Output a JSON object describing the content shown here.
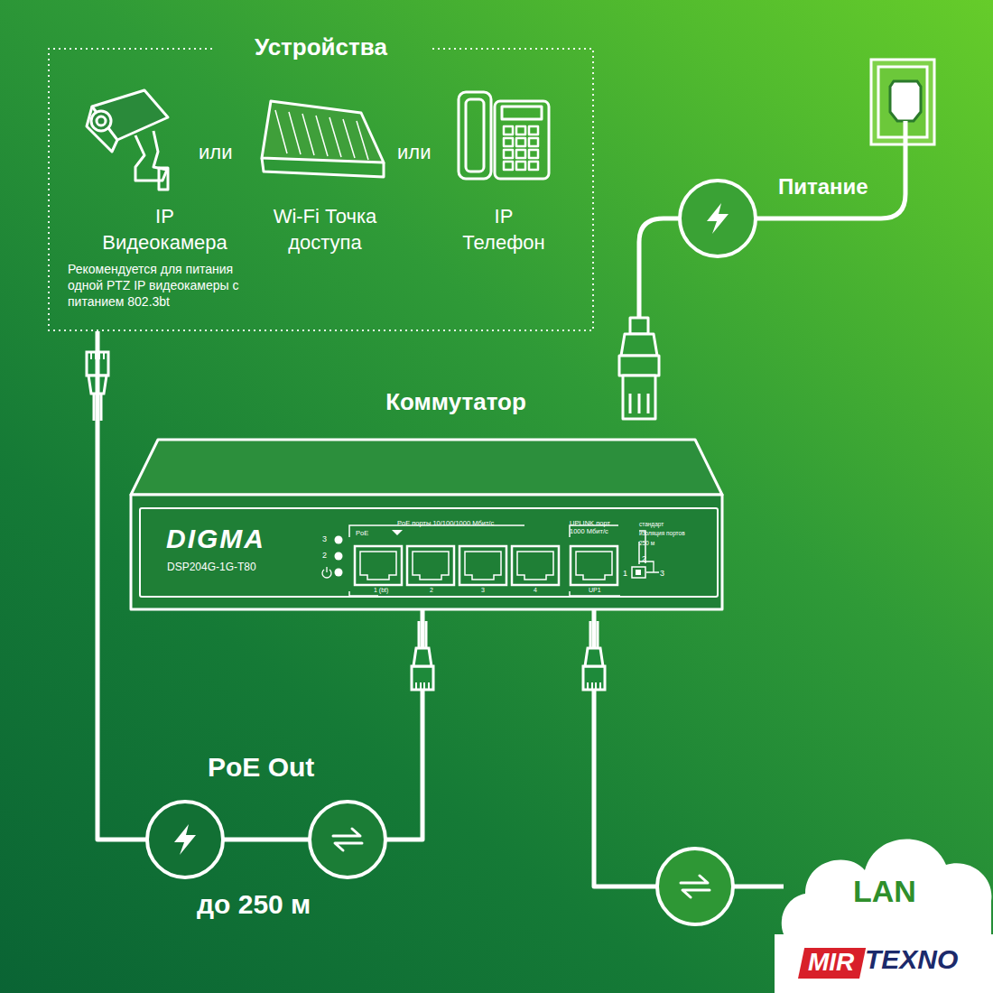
{
  "diagram": {
    "nodes": [
      {
        "text": [
          "Устройства"
        ]
      },
      {
        "text": [
          "IP Видеокамера",
          "Рекомендуется для питания одной PTZ IP видеокамеры с питанием 802.3bt"
        ],
        "in": 0
      },
      {
        "text": [
          "Wi-Fi Точка доступа"
        ],
        "in": 0
      },
      {
        "text": [
          "IP Телефон"
        ],
        "in": 0
      },
      {
        "text": [
          "Коммутатор",
          "DIGMA",
          "DSP204G-1G-T80"
        ]
      },
      {
        "text": [
          "LAN"
        ]
      }
    ],
    "edges": [
      {
        "from": 0,
        "to": 4,
        "arrow": "none",
        "label": "PoE Out"
      },
      {
        "from": 4,
        "to": 5,
        "arrow": "none"
      }
    ],
    "labels": [
      "или",
      "или",
      "Питание",
      "до 250 м",
      "3",
      "2",
      "PoE порты 10/100/1000 Мбит/с",
      "PoE",
      "UPLINK порт 1000 Мбит/с",
      "стандарт",
      "изоляция портов",
      "250 м",
      "1 (bt)",
      "2",
      "3",
      "4",
      "UP1",
      "1",
      "2",
      "3",
      "MIR",
      "TEXNO"
    ]
  }
}
